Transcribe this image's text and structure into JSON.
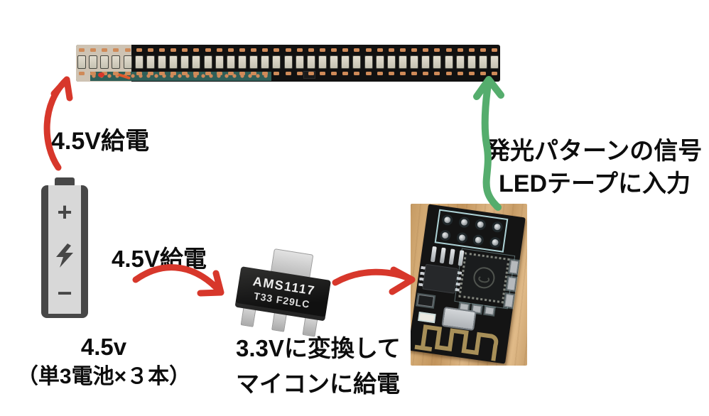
{
  "colors": {
    "arrow_red": "#d7372b",
    "arrow_green": "#55ad6d",
    "label_text": "#0d0d0d",
    "battery_body": "#d8d8d8",
    "battery_frame": "#474747",
    "pcb_black": "#141414",
    "silkscreen": "#aed2d6",
    "copper_pad": "#cf8a58",
    "antenna_gold": "#a78f58",
    "teal_pcb": "#2f5f58"
  },
  "led_strip": {
    "led_count": 37
  },
  "battery": {
    "plus": "+",
    "minus": "−",
    "caption_voltage": "4.5v",
    "caption_detail": "（単3電池×３本）"
  },
  "labels": {
    "feed_to_led": "4.5V給電",
    "feed_to_regulator": "4.5V給電",
    "regulator_caption_line1": "3.3Vに変換して",
    "regulator_caption_line2": "マイコンに給電",
    "signal_caption_line1": "発光パターンの信号",
    "signal_caption_line2": "LEDテープに入力"
  },
  "regulator": {
    "marking_line1": "AMS1117",
    "marking_line2": "T33 F29LC"
  }
}
